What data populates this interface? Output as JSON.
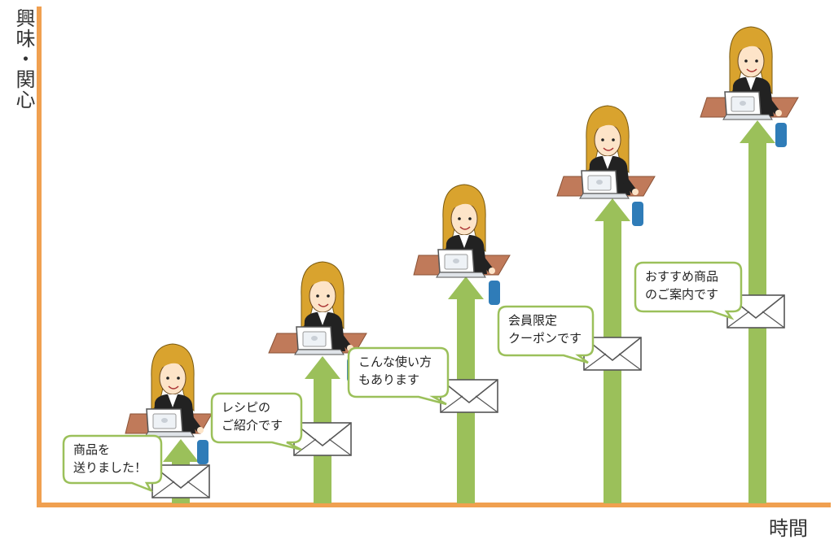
{
  "axes": {
    "y_label": "興味・関心",
    "x_label": "時間",
    "axis_color": "#f0a050"
  },
  "colors": {
    "arrow": "#9bc05a",
    "bubble_border": "#9bc05a",
    "desk": "#c07a5a",
    "hair": "#d9a32e",
    "suit": "#222222",
    "chair": "#2f7cb8"
  },
  "steps": [
    {
      "message": "商品を\n送りました！",
      "level": 1
    },
    {
      "message": "レシピの\nご紹介です",
      "level": 2
    },
    {
      "message": "こんな使い方\nもあります",
      "level": 3
    },
    {
      "message": "会員限定\nクーポンです",
      "level": 4
    },
    {
      "message": "おすすめ商品\nのご案内です",
      "level": 5
    }
  ]
}
